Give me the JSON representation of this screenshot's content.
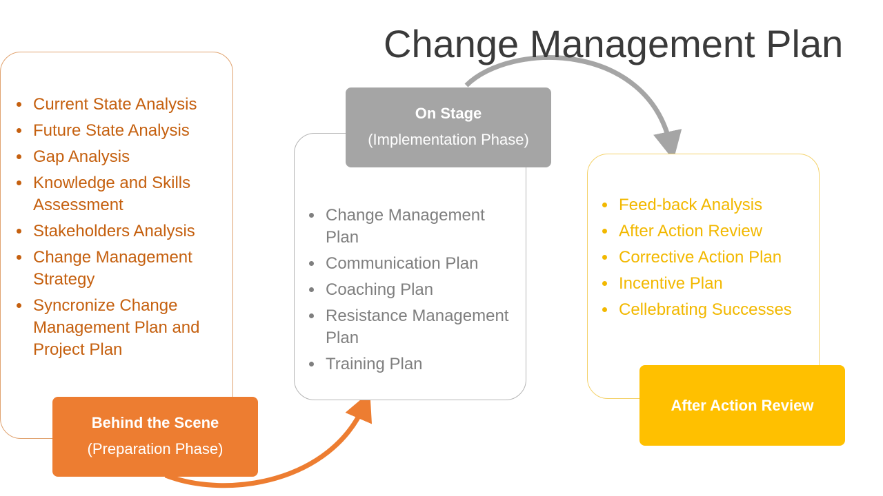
{
  "title": "Change Management Plan",
  "colors": {
    "preparation": "#ed7d31",
    "implementation": "#a5a5a5",
    "after_action": "#ffc000",
    "preparation_text": "#c5600f",
    "implementation_text": "#7f7f7f",
    "after_action_text": "#f2b800",
    "title_text": "#3a3a3a"
  },
  "preparation": {
    "name": "Behind the Scene",
    "subtitle": "(Preparation Phase)",
    "items": [
      "Current State Analysis",
      "Future State Analysis",
      "Gap Analysis",
      "Knowledge and Skills Assessment",
      "Stakeholders Analysis",
      "Change Management Strategy",
      "Syncronize Change Management Plan and Project Plan"
    ]
  },
  "implementation": {
    "name": "On Stage",
    "subtitle": "(Implementation Phase)",
    "items": [
      "Change Management Plan",
      "Communication Plan",
      "Coaching Plan",
      "Resistance Management Plan",
      "Training Plan"
    ]
  },
  "after_action": {
    "name": "After Action Review",
    "items": [
      "Feed-back Analysis",
      "After Action Review",
      "Corrective Action Plan",
      "Incentive Plan",
      "Cellebrating Successes"
    ]
  }
}
